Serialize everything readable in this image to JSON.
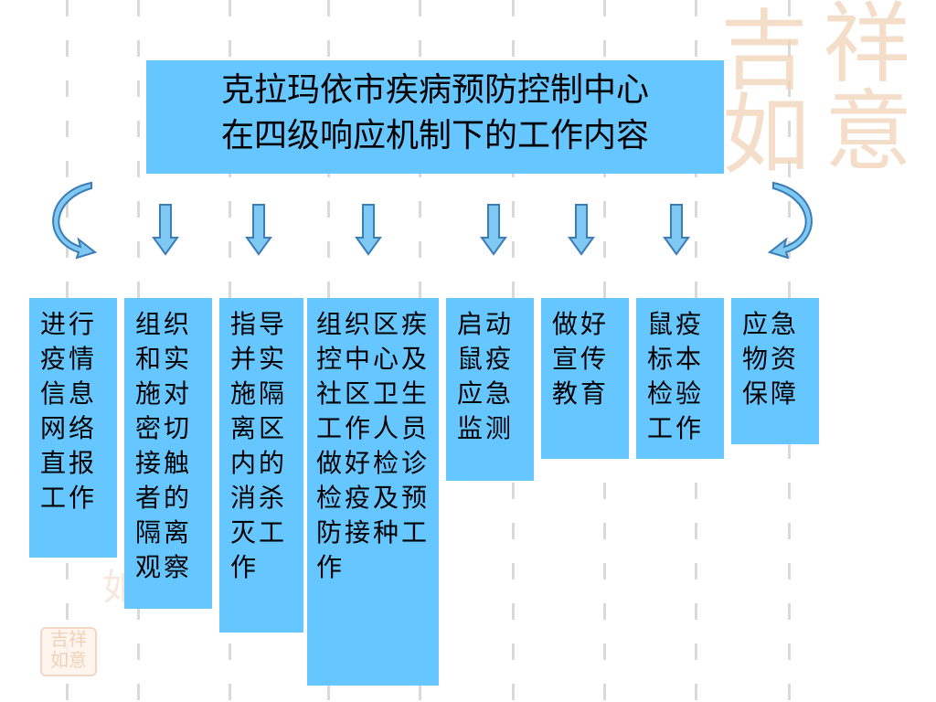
{
  "title": {
    "line1": "克拉玛依市疾病预防控制中心",
    "line2": "在四级响应机制下的工作内容"
  },
  "boxes": [
    {
      "text": "进行疫情信息网络直报工作"
    },
    {
      "text": "组织和实施对密切接触者的隔离观察"
    },
    {
      "text": "指导并实施隔离区内的消杀灭工作"
    },
    {
      "text": "组织区疾控中心及社区卫生工作人员做好检诊检疫及预防接种工作"
    },
    {
      "text": "启动鼠疫应急监测"
    },
    {
      "text": "做好宣传教育"
    },
    {
      "text": "鼠疫标本检验工作"
    },
    {
      "text": "应急物资保障"
    }
  ],
  "colors": {
    "box_fill": "#66c6ff",
    "arrow_fill": "#7fc8f2",
    "arrow_stroke": "#3a7db8"
  },
  "decoration": {
    "seal_chars": [
      "吉",
      "祥",
      "如",
      "意"
    ]
  }
}
